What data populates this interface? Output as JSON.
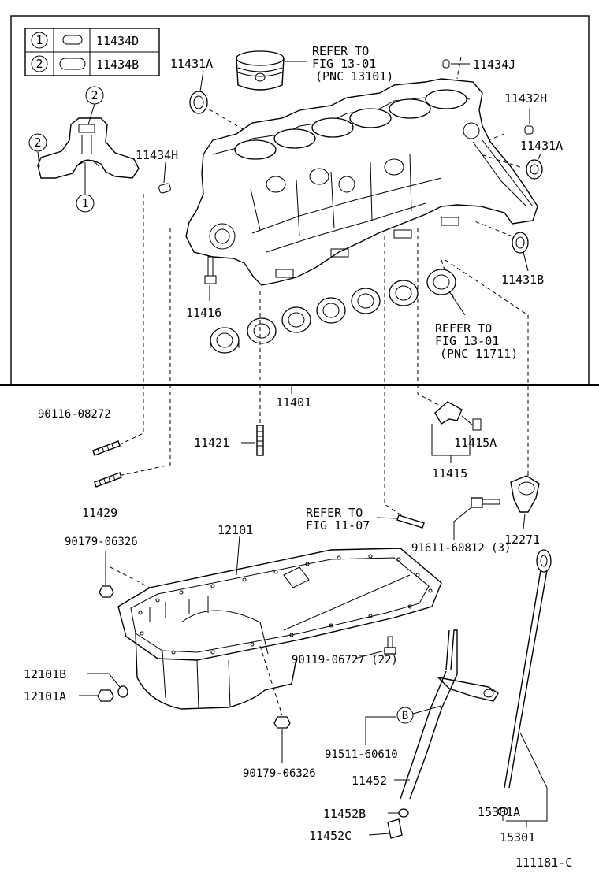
{
  "legend": {
    "rows": [
      {
        "num": "1",
        "code": "11434D"
      },
      {
        "num": "2",
        "code": "11434B"
      }
    ]
  },
  "callouts": {
    "c1": "1",
    "c2a": "2",
    "c2b": "2",
    "cb": "B"
  },
  "labels": {
    "p11431A_top": "11431A",
    "refer_piston": [
      "REFER TO",
      "FIG 13-01",
      "(PNC 13101)"
    ],
    "p11434J": "11434J",
    "p11432H": "11432H",
    "p11431A_right": "11431A",
    "p11434H": "11434H",
    "p11431B": "11431B",
    "p11416": "11416",
    "refer_bearing": [
      "REFER TO",
      "FIG 13-01",
      "(PNC 11711)"
    ],
    "p11401": "11401",
    "p90116": "90116-08272",
    "p11421": "11421",
    "p11415A": "11415A",
    "p11415": "11415",
    "p11429": "11429",
    "refer_fig11": [
      "REFER TO",
      "FIG 11-07"
    ],
    "p90179_top": "90179-06326",
    "p12101": "12101",
    "p91611": "91611-60812 (3)",
    "p12271": "12271",
    "p12101B": "12101B",
    "p12101A": "12101A",
    "p90119": "90119-06727 (22)",
    "p91511": "91511-60610",
    "p90179_bottom": "90179-06326",
    "p11452": "11452",
    "p11452B": "11452B",
    "p11452C": "11452C",
    "p15301A": "15301A",
    "p15301": "15301",
    "fig_code": "111181-C"
  }
}
